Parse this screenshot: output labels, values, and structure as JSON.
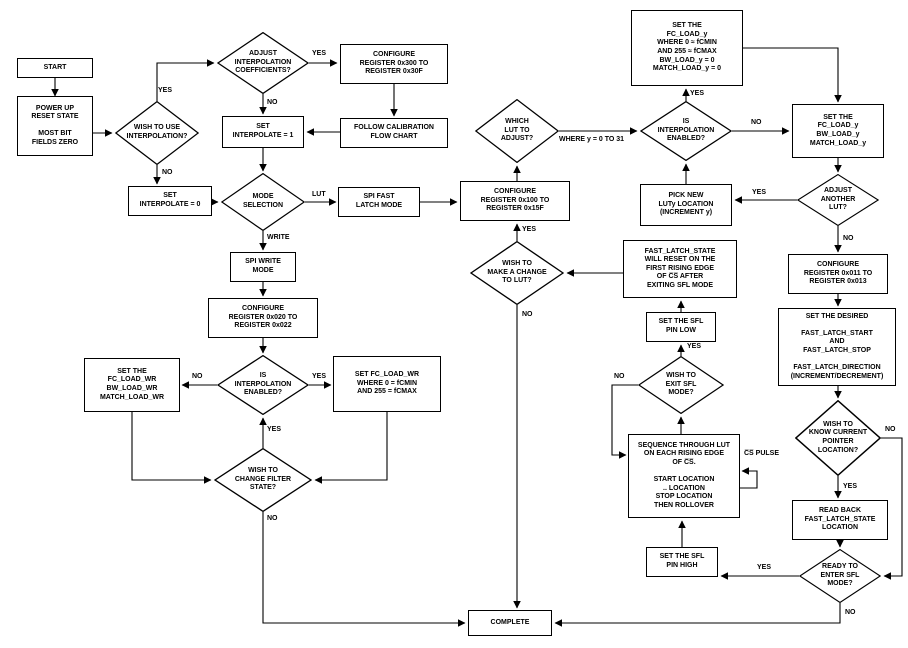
{
  "colors": {
    "stroke": "#000000",
    "background": "#ffffff"
  },
  "nodes": {
    "start": "START",
    "power_up": "POWER UP\nRESET STATE\n\nMOST BIT\nFIELDS ZERO",
    "wish_use_interp": "WISH TO USE\nINTERPOLATION?",
    "adjust_interp_coef": "ADJUST\nINTERPOLATION\nCOEFFICIENTS?",
    "cfg_0x300": "CONFIGURE\nREGISTER 0x300 TO\nREGISTER 0x30F",
    "set_interp_1": "SET\nINTERPOLATE = 1",
    "follow_cal": "FOLLOW CALIBRATION\nFLOW CHART",
    "set_interp_0": "SET\nINTERPOLATE = 0",
    "mode_selection": "MODE\nSELECTION",
    "spi_fast_latch": "SPI FAST\nLATCH MODE",
    "cfg_0x100": "CONFIGURE\nREGISTER 0x100 TO\nREGISTER 0x15F",
    "spi_write": "SPI WRITE\nMODE",
    "cfg_0x020": "CONFIGURE\nREGISTER 0x020 TO\nREGISTER 0x022",
    "is_interp_enabled_left": "IS\nINTERPOLATION\nENABLED?",
    "set_fc_load_wr": "SET THE\nFC_LOAD_WR\nBW_LOAD_WR\nMATCH_LOAD_WR",
    "set_fc_load_wr_where": "SET FC_LOAD_WR\nWHERE 0 = fCMIN\nAND 255 = fCMAX",
    "wish_change_filter": "WISH TO\nCHANGE FILTER\nSTATE?",
    "complete": "COMPLETE",
    "which_lut": "WHICH\nLUT TO\nADJUST?",
    "wish_change_lut": "WISH TO\nMAKE A CHANGE\nTO LUT?",
    "is_interp_enabled_right": "IS\nINTERPOLATION\nENABLED?",
    "set_fc_load_y_top": "SET THE\nFC_LOAD_y\nWHERE 0 ≈ fCMIN\nAND 255 ≈ fCMAX\nBW_LOAD_y = 0\nMATCH_LOAD_y = 0",
    "set_fc_load_y_right": "SET THE\nFC_LOAD_y\nBW_LOAD_y\nMATCH_LOAD_y",
    "adjust_another_lut": "ADJUST\nANOTHER\nLUT?",
    "pick_new_luty": "PICK NEW\nLUTy LOCATION\n(INCREMENT y)",
    "cfg_0x011": "CONFIGURE\nREGISTER 0x011 TO\nREGISTER 0x013",
    "set_desired": "SET THE DESIRED\n\nFAST_LATCH_START\nAND\nFAST_LATCH_STOP\n\nFAST_LATCH_DIRECTION\n(INCREMENT/DECREMENT)",
    "fls_reset_note": "FAST_LATCH_STATE\nWILL RESET ON THE\nFIRST RISING EDGE\nOF C̅S̅ AFTER\nEXITING SFL MODE",
    "set_sfl_low": "SET THE SFL\nPIN LOW",
    "wish_exit_sfl": "WISH TO\nEXIT SFL\nMODE?",
    "sequence": "SEQUENCE THROUGH LUT\nON EACH RISING EDGE\nOF C̅S̅.\n\nSTART LOCATION\n.. LOCATION\nSTOP LOCATION\nTHEN ROLLOVER",
    "wish_know_pointer": "WISH TO\nKNOW CURRENT\nPOINTER\nLOCATION?",
    "read_back": "READ BACK\nFAST_LATCH_STATE\nLOCATION",
    "set_sfl_high": "SET THE SFL\nPIN HIGH",
    "ready_enter_sfl": "READY TO\nENTER SFL\nMODE?"
  },
  "labels": {
    "yes_use": "YES",
    "no_use": "NO",
    "yes_coef": "YES",
    "no_coef": "NO",
    "lut": "LUT",
    "write": "WRITE",
    "where_y": "WHERE y = 0 TO 31",
    "yes_interp_r": "YES",
    "no_interp_r": "NO",
    "yes_another": "YES",
    "no_another": "NO",
    "yes_change_lut": "YES",
    "no_change_lut": "NO",
    "yes_exit": "YES",
    "no_exit": "NO",
    "cs_pulse": "C̅S̅ PULSE",
    "yes_know": "YES",
    "no_know": "NO",
    "yes_ready": "YES",
    "no_ready": "NO",
    "no_interp_l": "NO",
    "yes_interp_l": "YES",
    "yes_filter": "YES",
    "no_filter": "NO"
  }
}
